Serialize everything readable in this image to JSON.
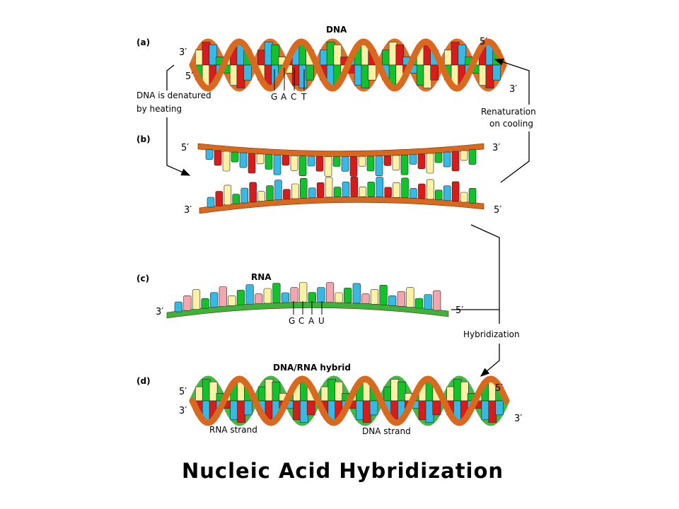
{
  "title": "Nucleic Acid Hybridization",
  "colors": {
    "backbone_dna": "#d9691f",
    "backbone_rna": "#3db23d",
    "base_green": "#12c22a",
    "base_blue": "#37b9e6",
    "base_red": "#d81c1c",
    "base_yellow": "#fbf1a4",
    "base_pink": "#f2a7b0"
  },
  "panel_a": {
    "tag": "(a)",
    "heading": "DNA",
    "end_left_top": "3′",
    "end_left_bottom": "5′",
    "end_right_top": "5′",
    "end_right_bottom": "3′",
    "bases": [
      "G",
      "A",
      "C",
      "T"
    ]
  },
  "panel_b": {
    "tag": "(b)",
    "top_left": "5′",
    "top_right": "3′",
    "bottom_left": "3′",
    "bottom_right": "5′"
  },
  "panel_c": {
    "tag": "(c)",
    "heading": "RNA",
    "left": "3′",
    "right": "5′",
    "bases": [
      "G",
      "C",
      "A",
      "U"
    ]
  },
  "panel_d": {
    "tag": "(d)",
    "heading": "DNA/RNA hybrid",
    "left_top": "5′",
    "left_bottom": "3′",
    "right_top": "5′",
    "right_bottom": "3′",
    "rna_strand_label": "RNA strand",
    "dna_strand_label": "DNA strand"
  },
  "steps": {
    "denature_line1": "DNA is denatured",
    "denature_line2": "by heating",
    "renature_line1": "Renaturation",
    "renature_line2": "on cooling",
    "hybridization": "Hybridization"
  }
}
